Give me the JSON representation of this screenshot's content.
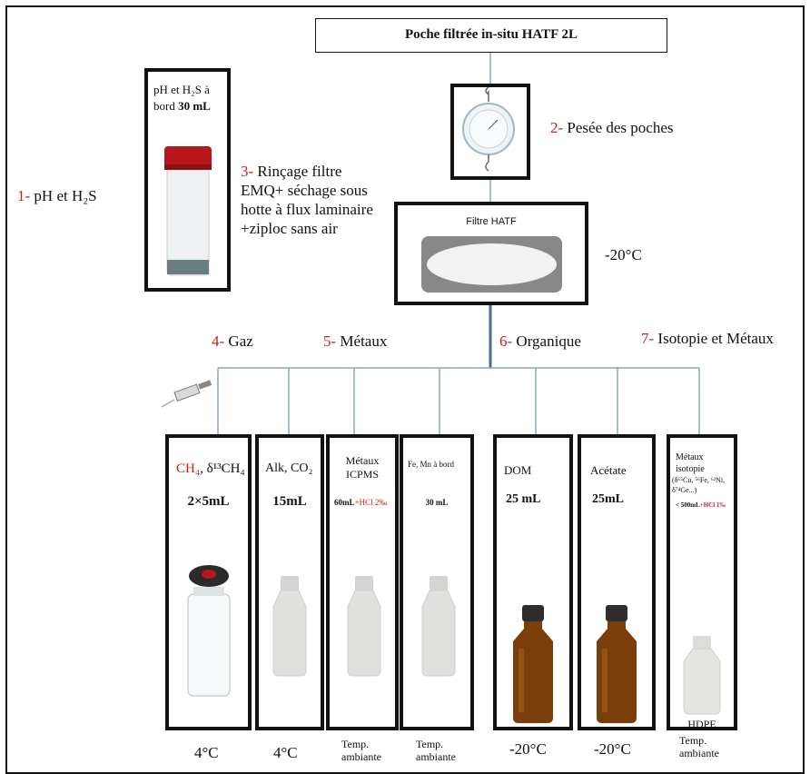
{
  "top_box": {
    "title": "Poche filtrée in-situ HATF 2L"
  },
  "steps": {
    "s1": {
      "num": "1-",
      "text": "pH et H₂S"
    },
    "s2": {
      "num": "2-",
      "text": "Pesée des poches"
    },
    "s3": {
      "num": "3-",
      "line1": "Rinçage filtre",
      "line2": "EMQ+ séchage sous",
      "line3": "hotte à flux laminaire",
      "line4": "+ziploc sans air"
    },
    "s4": {
      "num": "4-",
      "text": "Gaz"
    },
    "s5": {
      "num": "5-",
      "text": "Métaux"
    },
    "s6": {
      "num": "6-",
      "text": "Organique"
    },
    "s7": {
      "num": "7-",
      "text": "Isotopie et Métaux"
    }
  },
  "ph_box": {
    "line1": "pH et H₂S à",
    "line2": "bord",
    "vol": "30 mL"
  },
  "filter_box": {
    "title": "Filtre HATF",
    "temp": "-20°C"
  },
  "samples": [
    {
      "name_red": "CH₄",
      "name": ", δ¹³CH₄",
      "vol": "2×5mL",
      "temp": "4°C"
    },
    {
      "name": "Alk, CO₂",
      "vol": "15mL",
      "temp": "4°C"
    },
    {
      "line1": "Métaux",
      "line2": "ICPMS",
      "vol": "60mL",
      "vol_red": "+HCl 2‰",
      "temp1": "Temp.",
      "temp2": "ambiante"
    },
    {
      "name": "Fe, Mn à bord",
      "vol": "30 mL",
      "temp1": "Temp.",
      "temp2": "ambiante"
    },
    {
      "name": "DOM",
      "vol": "25 mL",
      "temp": "-20°C"
    },
    {
      "name": "Acétate",
      "vol": "25mL",
      "temp": "-20°C"
    },
    {
      "line1": "Métaux",
      "line2": "isotopie",
      "line3": "(δ⁶⁵Cu, ⁵⁶Fe, ⁶²Ni,",
      "line4": "δ⁷⁴Ge...)",
      "vol": "< 500mL",
      "vol_red": "+HCl 1‰",
      "material": "HDPE",
      "temp1": "Temp.",
      "temp2": "ambiante"
    }
  ],
  "colors": {
    "red": "#c8201c",
    "blue_line": "#8aa6c0",
    "amber": "#7a3e0a",
    "cap_red": "#b8161b"
  }
}
